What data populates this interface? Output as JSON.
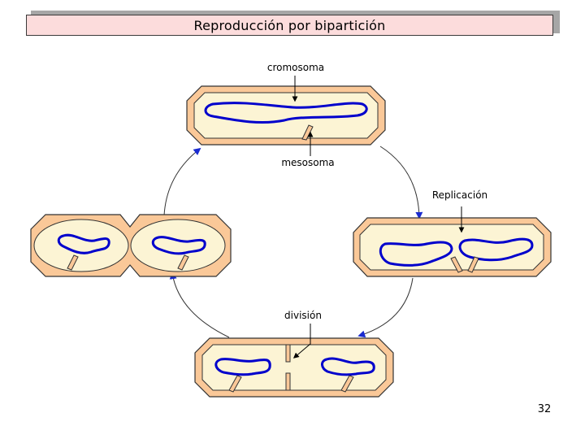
{
  "title": "Reproducción por bipartición",
  "labels": {
    "cromosoma": "cromosoma",
    "mesosoma": "mesosoma",
    "replicacion": "Replicación",
    "division": "división"
  },
  "page_number": "32",
  "colors": {
    "title_fill": "#fcdcdc",
    "cell_wall": "#fac898",
    "cytoplasm": "#fcf4d4",
    "chromosome": "#0000cc",
    "cycle_arrow": "#1a2bd0"
  }
}
